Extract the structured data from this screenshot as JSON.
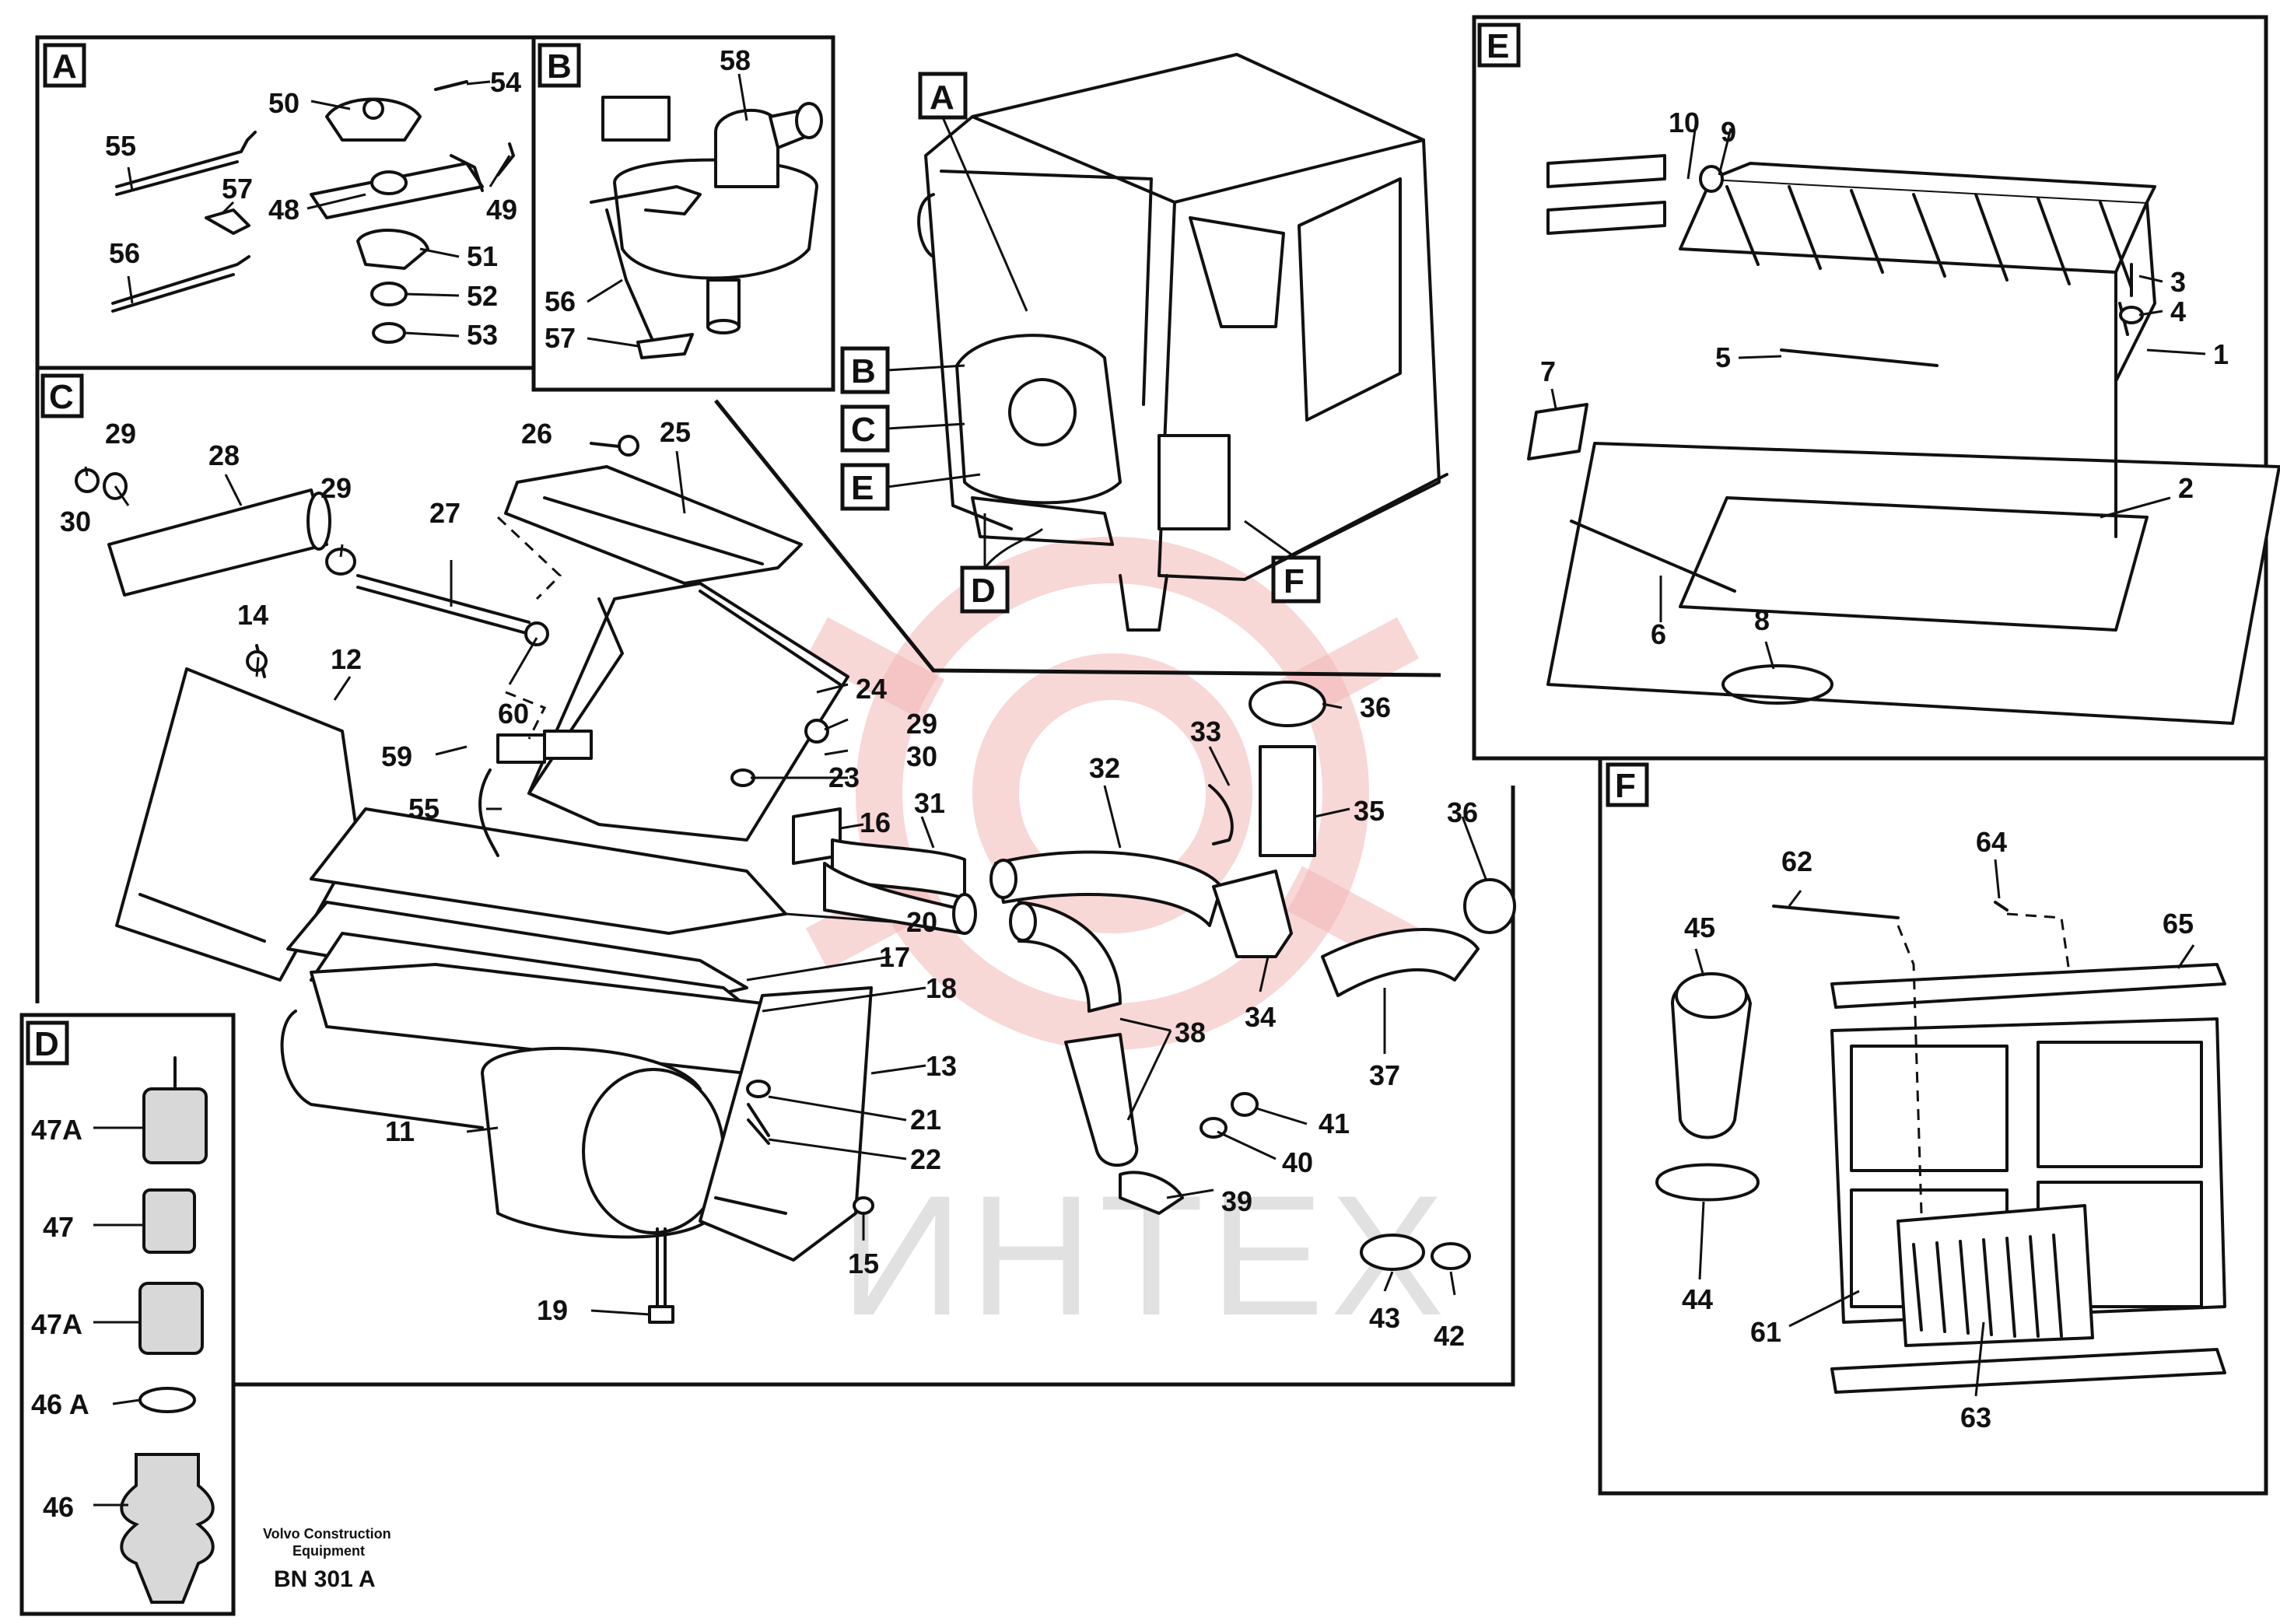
{
  "sections": [
    "A",
    "B",
    "C",
    "D",
    "E",
    "F"
  ],
  "labels": {
    "p1": "1",
    "p2": "2",
    "p3": "3",
    "p4": "4",
    "p5": "5",
    "p6": "6",
    "p7": "7",
    "p8": "8",
    "p9": "9",
    "p10": "10",
    "p11": "11",
    "p12": "12",
    "p13": "13",
    "p14": "14",
    "p15": "15",
    "p16": "16",
    "p17": "17",
    "p18": "18",
    "p19": "19",
    "p20": "20",
    "p21": "21",
    "p22": "22",
    "p23": "23",
    "p24": "24",
    "p25": "25",
    "p26": "26",
    "p27": "27",
    "p28": "28",
    "p29": "29",
    "p30": "30",
    "p31": "31",
    "p32": "32",
    "p33": "33",
    "p34": "34",
    "p35": "35",
    "p36": "36",
    "p37": "37",
    "p38": "38",
    "p39": "39",
    "p40": "40",
    "p41": "41",
    "p42": "42",
    "p43": "43",
    "p44": "44",
    "p45": "45",
    "p46": "46",
    "p46a": "46 A",
    "p47": "47",
    "p47a": "47A",
    "p48": "48",
    "p49": "49",
    "p50": "50",
    "p51": "51",
    "p52": "52",
    "p53": "53",
    "p54": "54",
    "p55": "55",
    "p56": "56",
    "p57": "57",
    "p58": "58",
    "p59": "59",
    "p60": "60",
    "p61": "61",
    "p62": "62",
    "p63": "63",
    "p64": "64",
    "p65": "65"
  },
  "footer": {
    "company_line1": "Volvo Construction",
    "company_line2": "Equipment",
    "code": "BN 301 A"
  },
  "watermark": {
    "text": "ИНТЕХ",
    "color": "#f2b6b6"
  }
}
